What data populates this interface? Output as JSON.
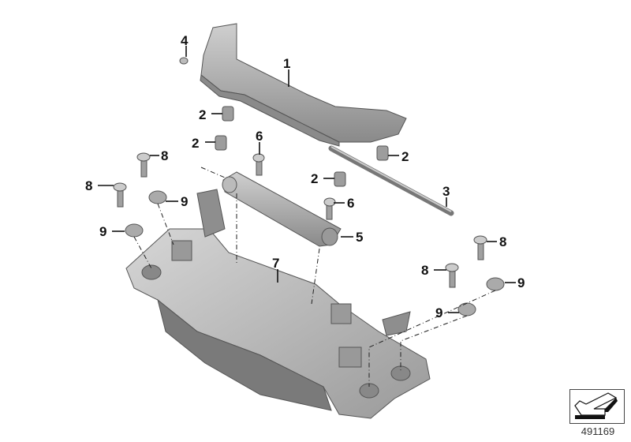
{
  "diagram": {
    "labels": {
      "p4": "4",
      "p1": "1",
      "p2a": "2",
      "p2b": "2",
      "p2c": "2",
      "p2d": "2",
      "p6a": "6",
      "p6b": "6",
      "p3": "3",
      "p8a": "8",
      "p8b": "8",
      "p8c": "8",
      "p8d": "8",
      "p9a": "9",
      "p9b": "9",
      "p9c": "9",
      "p9d": "9",
      "p5": "5",
      "p7": "7"
    },
    "reference_number": "491169",
    "colors": {
      "part_light": "#c9c9c9",
      "part_mid": "#a8a8a8",
      "part_dark": "#6f6f6f"
    }
  }
}
